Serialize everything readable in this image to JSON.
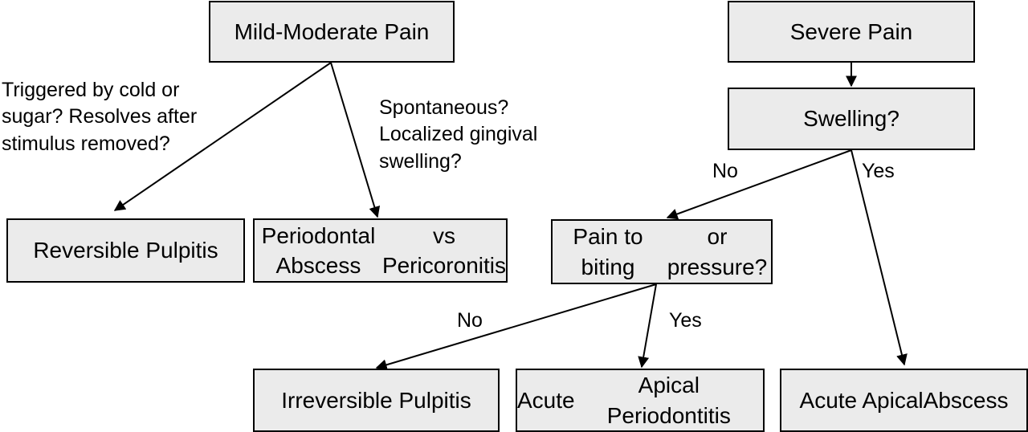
{
  "nodes": {
    "mild_moderate_pain": [
      "Mild-Moderate Pain"
    ],
    "severe_pain": [
      "Severe Pain"
    ],
    "swelling": [
      "Swelling?"
    ],
    "reversible_pulpitis": [
      "Reversible Pulpitis"
    ],
    "periodontal_abscess": [
      "Periodontal Abscess",
      "vs Pericoronitis"
    ],
    "pain_biting": [
      "Pain to biting",
      "or pressure?"
    ],
    "irreversible_pulpitis": [
      "Irreversible Pulpitis"
    ],
    "acute_apical_periodontitis": [
      "Acute",
      "Apical Periodontitis"
    ],
    "acute_apical_abscess": [
      "Acute Apical",
      "Abscess"
    ]
  },
  "labels": {
    "cold_sugar": [
      "Triggered by cold or",
      "sugar? Resolves after",
      "stimulus removed?"
    ],
    "spontaneous": [
      "Spontaneous?",
      "Localized gingival",
      "swelling?"
    ],
    "swelling_no": "No",
    "swelling_yes": "Yes",
    "biting_no": "No",
    "biting_yes": "Yes"
  },
  "edges": [
    {
      "from": "mild_moderate_pain",
      "to": "reversible_pulpitis",
      "label": "cold_sugar"
    },
    {
      "from": "mild_moderate_pain",
      "to": "periodontal_abscess",
      "label": "spontaneous"
    },
    {
      "from": "severe_pain",
      "to": "swelling"
    },
    {
      "from": "swelling",
      "to": "pain_biting",
      "label": "swelling_no"
    },
    {
      "from": "swelling",
      "to": "acute_apical_abscess",
      "label": "swelling_yes"
    },
    {
      "from": "pain_biting",
      "to": "irreversible_pulpitis",
      "label": "biting_no"
    },
    {
      "from": "pain_biting",
      "to": "acute_apical_periodontitis",
      "label": "biting_yes"
    }
  ],
  "colors": {
    "box_fill": "#ebebeb",
    "stroke": "#000000",
    "background": "#ffffff"
  }
}
